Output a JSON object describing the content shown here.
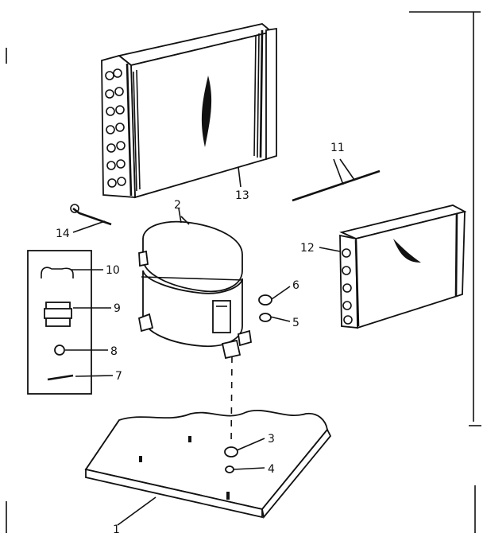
{
  "labels": {
    "p1": "1",
    "p2": "2",
    "p3": "3",
    "p4": "4",
    "p5": "5",
    "p6": "6",
    "p7": "7",
    "p8": "8",
    "p9": "9",
    "p10": "10",
    "p11": "11",
    "p12": "12",
    "p13": "13",
    "p14": "14"
  },
  "colors": {
    "ink": "#111111",
    "paper": "#ffffff"
  }
}
